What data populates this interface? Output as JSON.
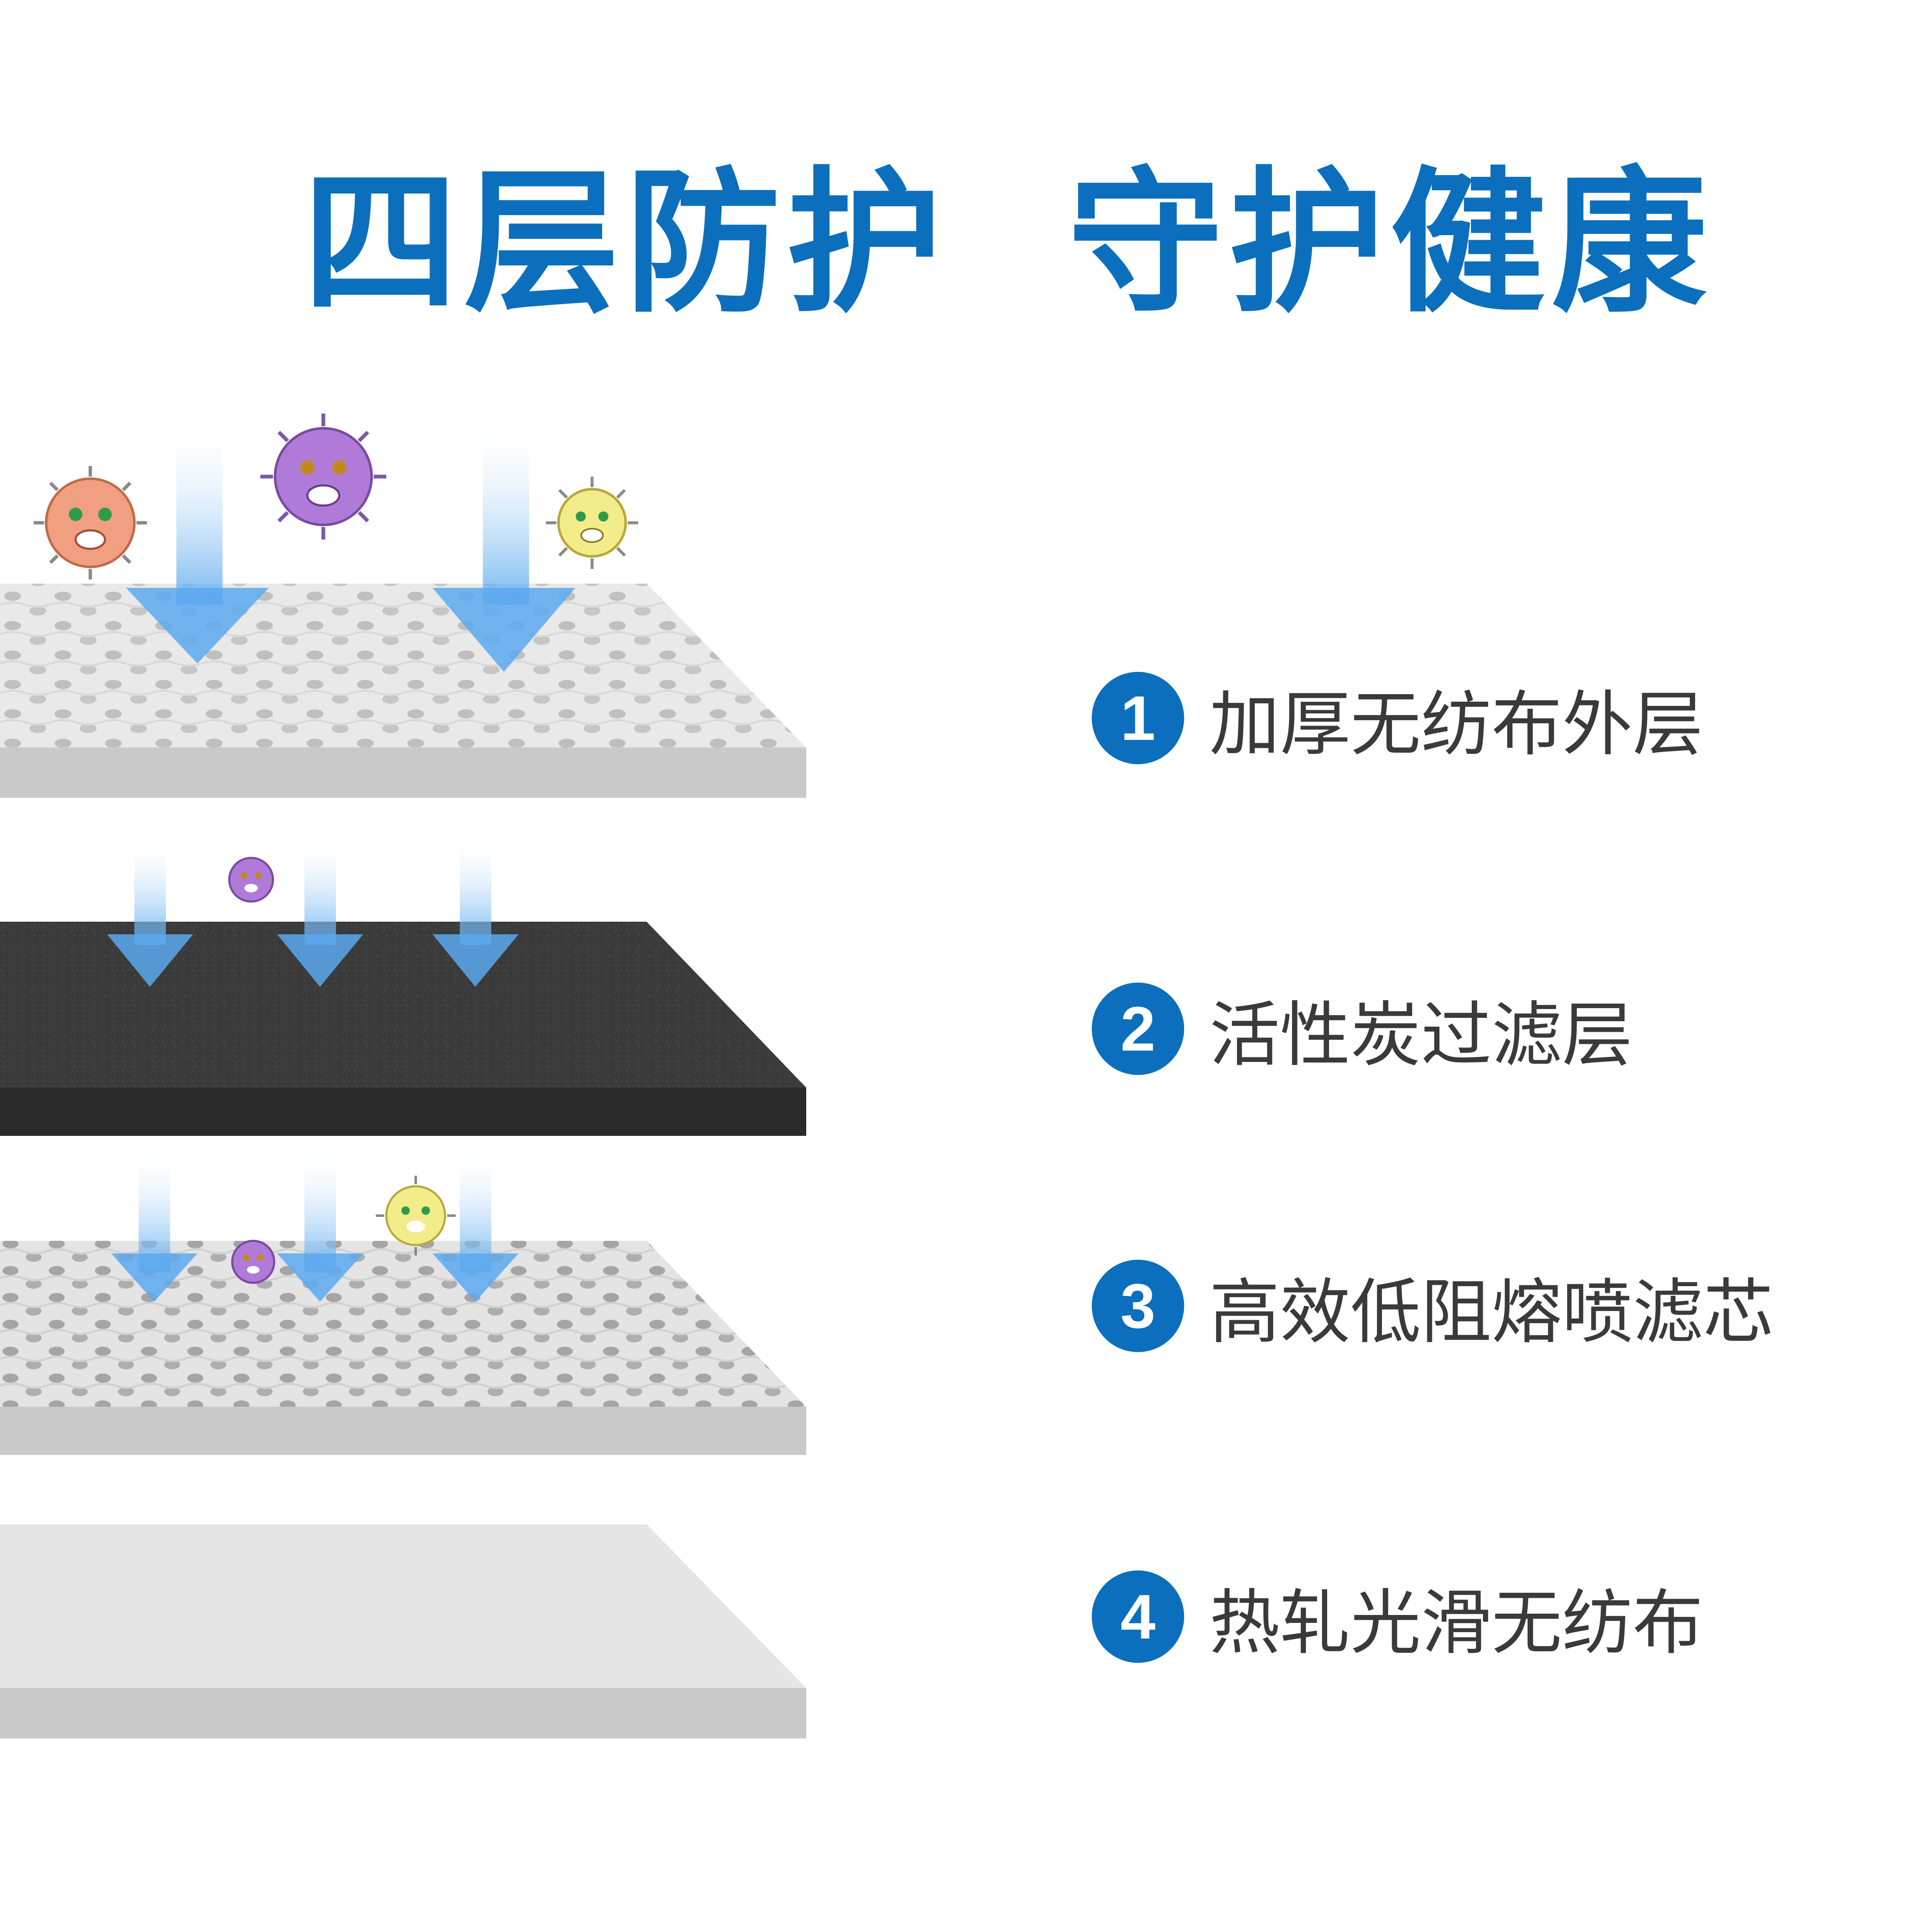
{
  "title": "四层防护  守护健康",
  "layers": [
    {
      "number": "1",
      "label": "加厚无纺布外层"
    },
    {
      "number": "2",
      "label": "活性炭过滤层"
    },
    {
      "number": "3",
      "label": "高效低阻熔喷滤芯"
    },
    {
      "number": "4",
      "label": "热轧光滑无纺布"
    }
  ],
  "colors": {
    "accent": "#0b6fbd",
    "arrow": "#5aa9ee",
    "carbon": "#3a3a3a",
    "fabric": "#e6e6e6",
    "fabric_edge": "#c9c9c9"
  }
}
